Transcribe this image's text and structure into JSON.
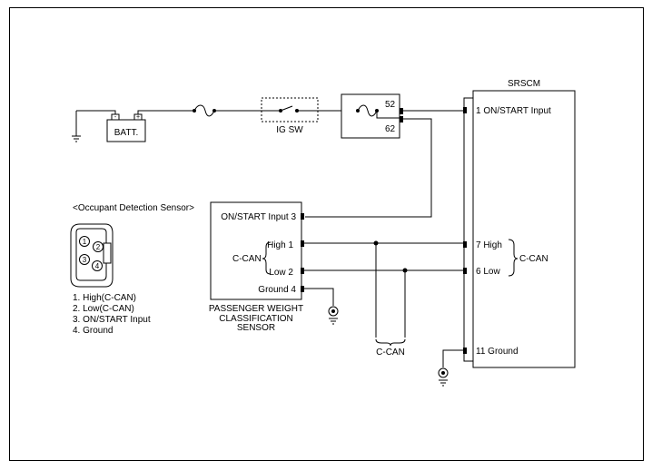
{
  "battery": {
    "label": "BATT.",
    "neg": "-",
    "pos": "+"
  },
  "ig_switch": {
    "label": "IG SW"
  },
  "fuse_block": {
    "pin_top": "52",
    "pin_bottom": "62"
  },
  "srscm": {
    "title": "SRSCM",
    "pins": {
      "on_start": "1 ON/START Input",
      "high": "7 High",
      "low": "6 Low",
      "ground": "11 Ground"
    },
    "can_label": "C-CAN"
  },
  "sensor": {
    "caption": [
      "PASSENGER WEIGHT",
      "CLASSIFICATION",
      "SENSOR"
    ],
    "pins": {
      "on_start": "ON/START Input 3",
      "high": "High 1",
      "low": "Low 2",
      "ground": "Ground 4"
    },
    "can_label": "C-CAN"
  },
  "bus_label": "C-CAN",
  "connector": {
    "title": "<Occupant Detection Sensor>",
    "pin_numbers": [
      "1",
      "2",
      "3",
      "4"
    ],
    "legend": [
      "1. High(C-CAN)",
      "2. Low(C-CAN)",
      "3. ON/START Input",
      "4. Ground"
    ]
  }
}
